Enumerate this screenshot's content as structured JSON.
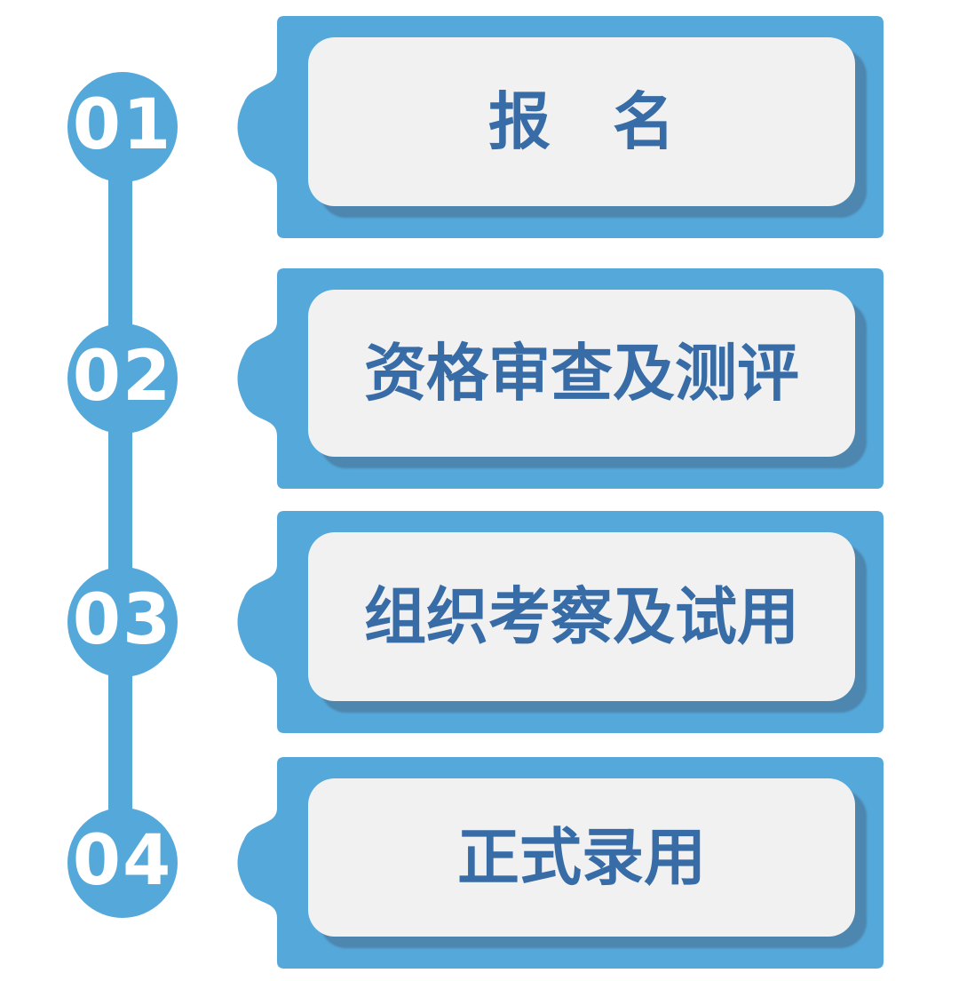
{
  "colors": {
    "primary_blue": "#55a8da",
    "shadow_blue": "#4d86ae",
    "card_bg": "#f1f1f2",
    "text_blue": "#386ca6",
    "number_color": "#ffffff",
    "background": "#ffffff"
  },
  "timeline": {
    "steps": [
      {
        "number": "01",
        "label": "报　名"
      },
      {
        "number": "02",
        "label": "资格审查及测评"
      },
      {
        "number": "03",
        "label": "组织考察及试用"
      },
      {
        "number": "04",
        "label": "正式录用"
      }
    ]
  }
}
